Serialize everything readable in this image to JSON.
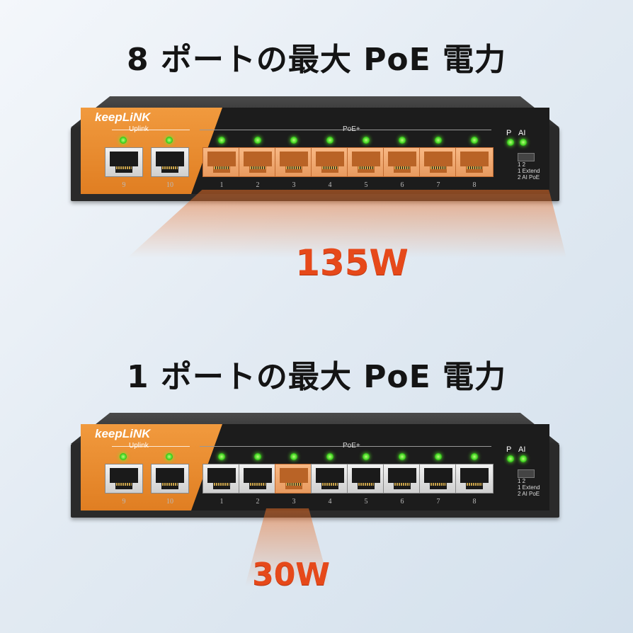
{
  "headings": {
    "top": "8 ポートの最大 PoE 電力",
    "bottom": "1 ポートの最大 PoE 電力"
  },
  "switch": {
    "brand": "keepLiNK",
    "uplink_label": "Uplink",
    "poe_label": "PoE+",
    "indicator_p": "P",
    "indicator_ai": "AI",
    "dip_text": "1 2\n1 Extend\n2 AI PoE",
    "uplink_ports": [
      "9",
      "10"
    ],
    "poe_ports": [
      "1",
      "2",
      "3",
      "4",
      "5",
      "6",
      "7",
      "8"
    ]
  },
  "power": {
    "top": "135W",
    "bottom": "30W"
  },
  "colors": {
    "accent_orange": "#e6491a",
    "panel_orange": "#f19a3e",
    "led_green": "#3ad11c"
  }
}
